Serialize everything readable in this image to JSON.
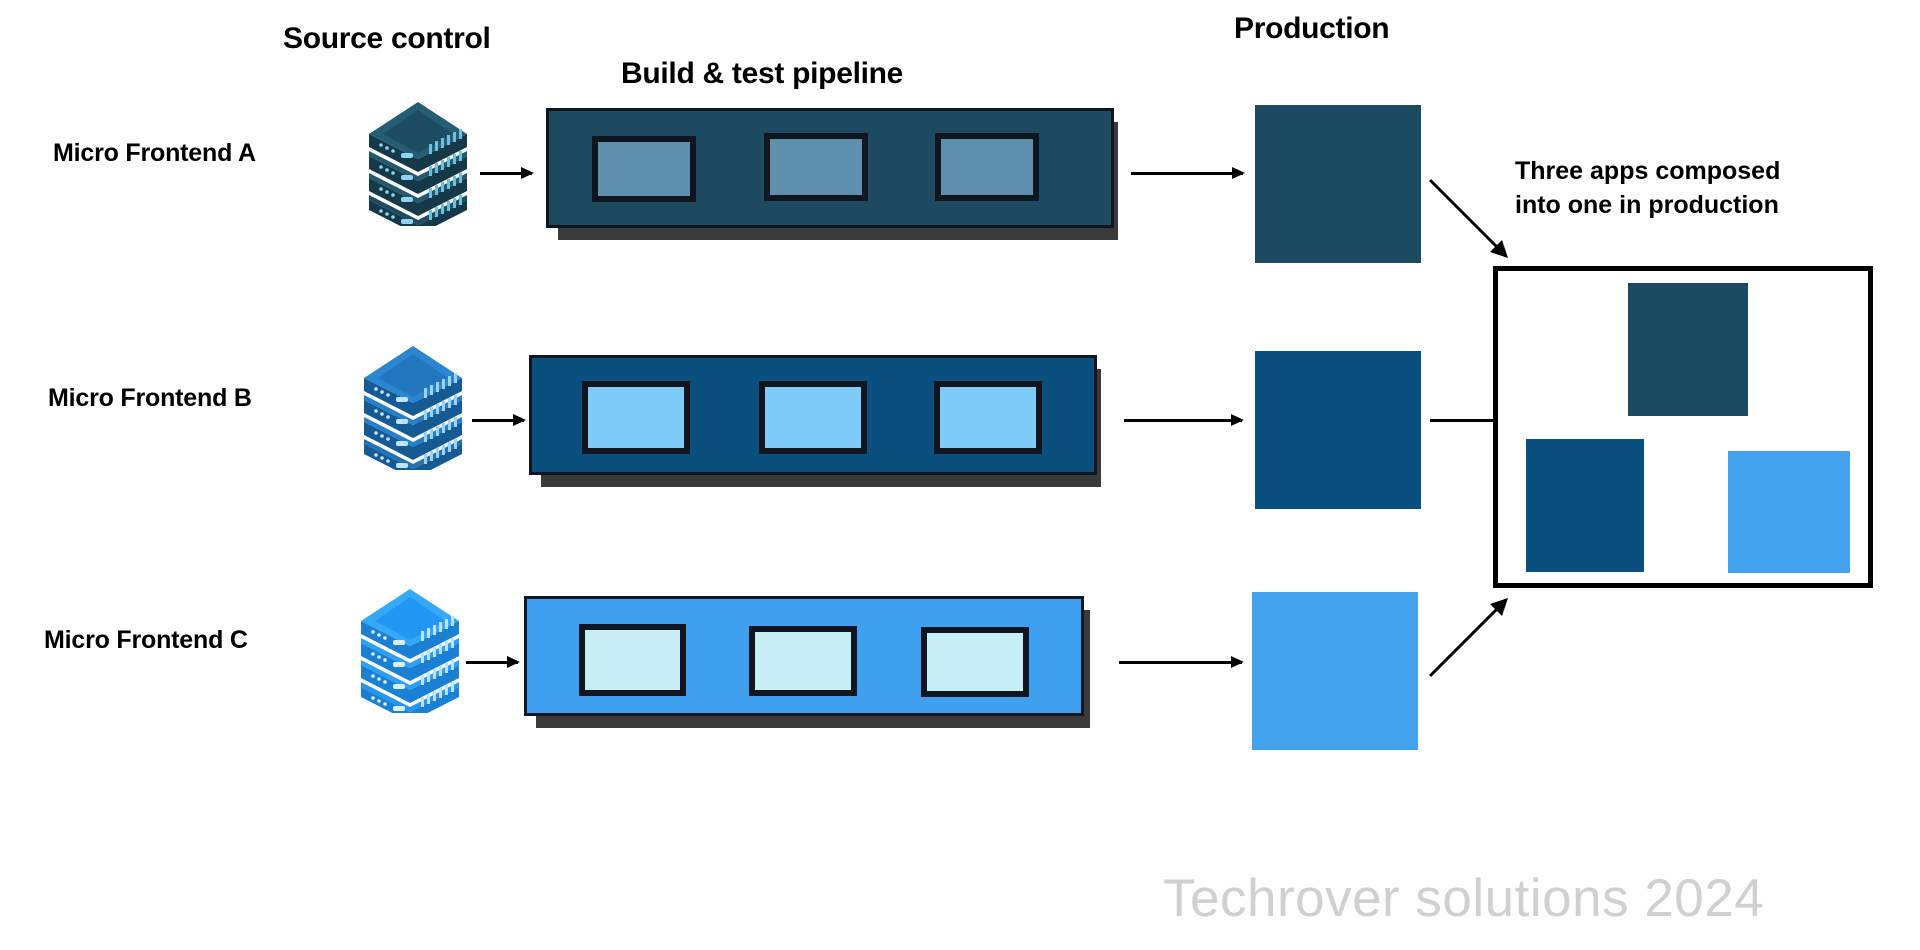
{
  "headings": {
    "source_control": "Source control",
    "build_test_pipeline": "Build & test pipeline",
    "production": "Production"
  },
  "rows": [
    {
      "id": "a",
      "label": "Micro Frontend A",
      "server_icon": "server-stack-icon",
      "server_color": "#1e4d63",
      "server_color_dark": "#16394a",
      "server_color_light": "#2a6785",
      "pipeline_color": "#1d4a61",
      "pipeline_border": "#10161f",
      "pipeline_shadow": "#3a3a3a",
      "slot_color": "#5e8fac",
      "slot_count": 3,
      "production_color": "#1b4a61",
      "arrow_source_to_pipeline": "arrow-right-icon",
      "arrow_pipeline_to_production": "arrow-right-icon"
    },
    {
      "id": "b",
      "label": "Micro Frontend B",
      "server_icon": "server-stack-icon",
      "server_color": "#1f72b8",
      "server_color_dark": "#165a94",
      "server_color_light": "#2f8ad6",
      "pipeline_color": "#0b4f7f",
      "pipeline_border": "#10161f",
      "pipeline_shadow": "#3a3a3a",
      "slot_color": "#7ecbf7",
      "slot_count": 3,
      "production_color": "#0b4f7f",
      "arrow_source_to_pipeline": "arrow-right-icon",
      "arrow_pipeline_to_production": "arrow-right-icon"
    },
    {
      "id": "c",
      "label": "Micro Frontend C",
      "server_icon": "server-stack-icon",
      "server_color": "#2196f3",
      "server_color_dark": "#1a80d4",
      "server_color_light": "#43aaf7",
      "pipeline_color": "#3fa0ef",
      "pipeline_border": "#10161f",
      "pipeline_shadow": "#3a3a3a",
      "slot_color": "#c7eef5",
      "slot_count": 3,
      "production_color": "#44a3ef",
      "arrow_source_to_pipeline": "arrow-right-icon",
      "arrow_pipeline_to_production": "arrow-right-icon"
    }
  ],
  "caption": {
    "line1": "Three apps composed",
    "line2": "into one in production"
  },
  "composite": {
    "squares": [
      {
        "name": "composite-square-a",
        "color": "#1b4a61"
      },
      {
        "name": "composite-square-b",
        "color": "#0b4f7f"
      },
      {
        "name": "composite-square-c",
        "color": "#44a3ef"
      }
    ]
  },
  "watermark": "Techrover solutions 2024",
  "colors": {
    "background": "#fefefe",
    "ink": "#000000",
    "watermark": "#d0d0d0"
  }
}
